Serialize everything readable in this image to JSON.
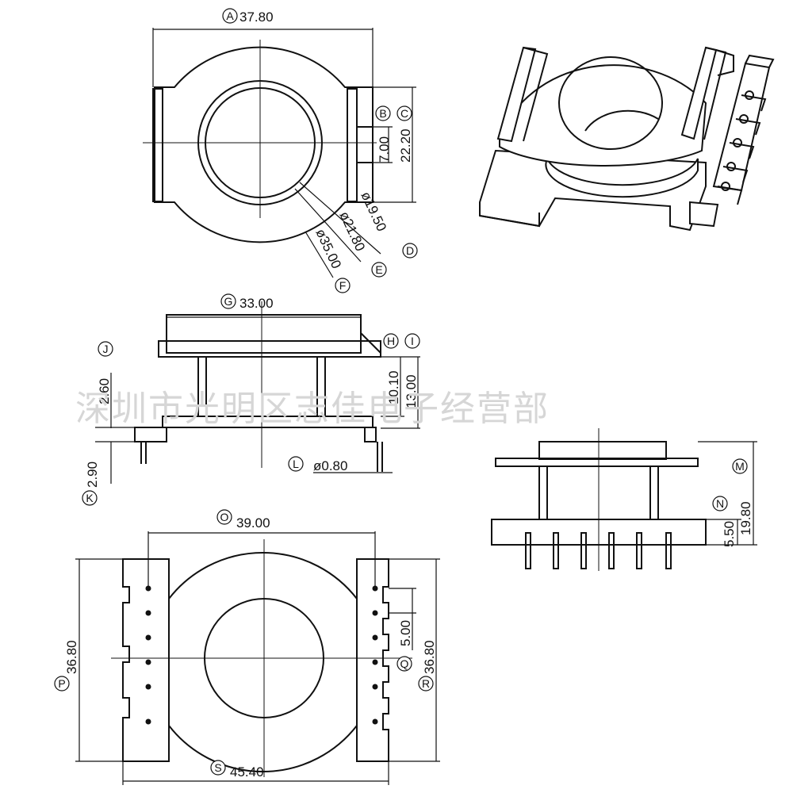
{
  "watermark": "深圳市光明区志佳电子经营部",
  "top_view": {
    "width_dim": {
      "label": "A",
      "value": "37.80"
    },
    "dim_b": {
      "label": "B"
    },
    "dim_c": {
      "label": "C",
      "value": "22.20"
    },
    "dim_7": {
      "value": "7.00"
    },
    "dia_d": {
      "label": "D",
      "value": "ø19.50"
    },
    "dia_e": {
      "label": "E",
      "value": "ø21.80"
    },
    "dia_f": {
      "label": "F",
      "value": "ø35.00"
    }
  },
  "side_view": {
    "width_dim": {
      "label": "G",
      "value": "33.00"
    },
    "dim_h": {
      "label": "H"
    },
    "dim_i": {
      "label": "I",
      "value": "13.00"
    },
    "dim_h_value": "10.10",
    "dim_j": {
      "label": "J",
      "value": "2.60"
    },
    "dim_k": {
      "label": "K",
      "value": "2.90"
    },
    "pin_dia": {
      "label": "L",
      "value": "ø0.80"
    }
  },
  "front_view": {
    "height_dim": {
      "label": "M",
      "value": "19.80"
    },
    "base_dim": {
      "label": "N",
      "value": "5.50"
    }
  },
  "bottom_view": {
    "pin_span": {
      "label": "O",
      "value": "39.00"
    },
    "left_height": {
      "label": "P",
      "value": "36.80"
    },
    "pitch": {
      "label": "Q",
      "value": "5.00"
    },
    "right_height": {
      "label": "R",
      "value": "36.80"
    },
    "overall_width": {
      "label": "S",
      "value": "45.40"
    }
  }
}
